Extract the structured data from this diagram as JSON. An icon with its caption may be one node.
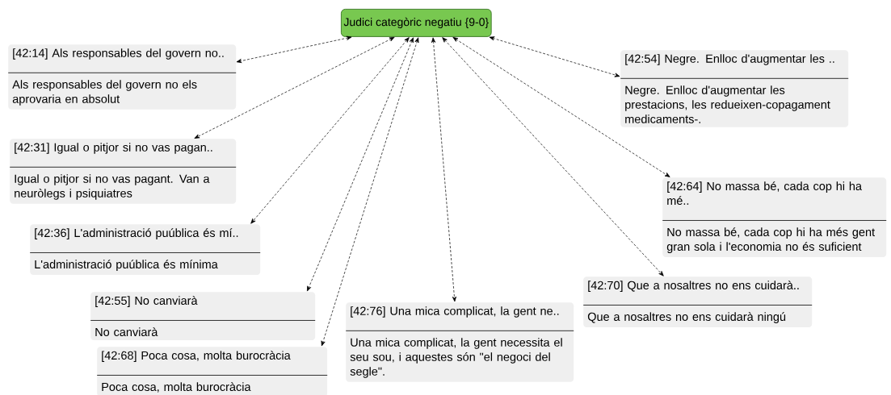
{
  "diagram": {
    "nodes": [
      {
        "text": [
          "Judici categòric negatiu {9-0}"
        ]
      },
      {
        "text": [
          "[42:14] Als responsables del govern no..",
          "Als responsables del govern no els aprovaria en absolut"
        ]
      },
      {
        "text": [
          "[42:31] Igual o pitjor si no vas pagan..",
          "Igual o pitjor si no vas pagant. Van a neuròlegs i psiquiatres"
        ]
      },
      {
        "text": [
          "[42:36] L'administració puública és mí..",
          "L'administració puública és mínima"
        ]
      },
      {
        "text": [
          "[42:55] No canviarà",
          "No canviarà"
        ]
      },
      {
        "text": [
          "[42:68] Poca cosa, molta burocràcia",
          "Poca cosa, molta burocràcia"
        ]
      },
      {
        "text": [
          "[42:76] Una mica complicat, la gent ne..",
          "Una mica complicat, la gent necessita el seu sou, i aquestes són \"el negoci del segle\"."
        ]
      },
      {
        "text": [
          "[42:54] Negre. Enlloc d'augmentar les ..",
          "Negre. Enlloc d'augmentar les prestacions, les redueixen-copagament medicaments-."
        ]
      },
      {
        "text": [
          "[42:64] No massa bé, cada cop hi ha mé..",
          "No massa bé, cada cop hi ha més gent gran sola i l'economia no és suficient"
        ]
      },
      {
        "text": [
          "[42:70] Que a nosaltres no ens cuidarà..",
          "Que a nosaltres no ens cuidarà ningú"
        ]
      }
    ],
    "edges": [
      {
        "from": 0,
        "to": 1,
        "arrow": "both"
      },
      {
        "from": 0,
        "to": 2,
        "arrow": "both"
      },
      {
        "from": 0,
        "to": 3,
        "arrow": "both"
      },
      {
        "from": 0,
        "to": 4,
        "arrow": "both"
      },
      {
        "from": 0,
        "to": 5,
        "arrow": "both"
      },
      {
        "from": 0,
        "to": 6,
        "arrow": "both"
      },
      {
        "from": 0,
        "to": 7,
        "arrow": "both"
      },
      {
        "from": 0,
        "to": 8,
        "arrow": "both"
      },
      {
        "from": 0,
        "to": 9,
        "arrow": "both"
      }
    ]
  }
}
